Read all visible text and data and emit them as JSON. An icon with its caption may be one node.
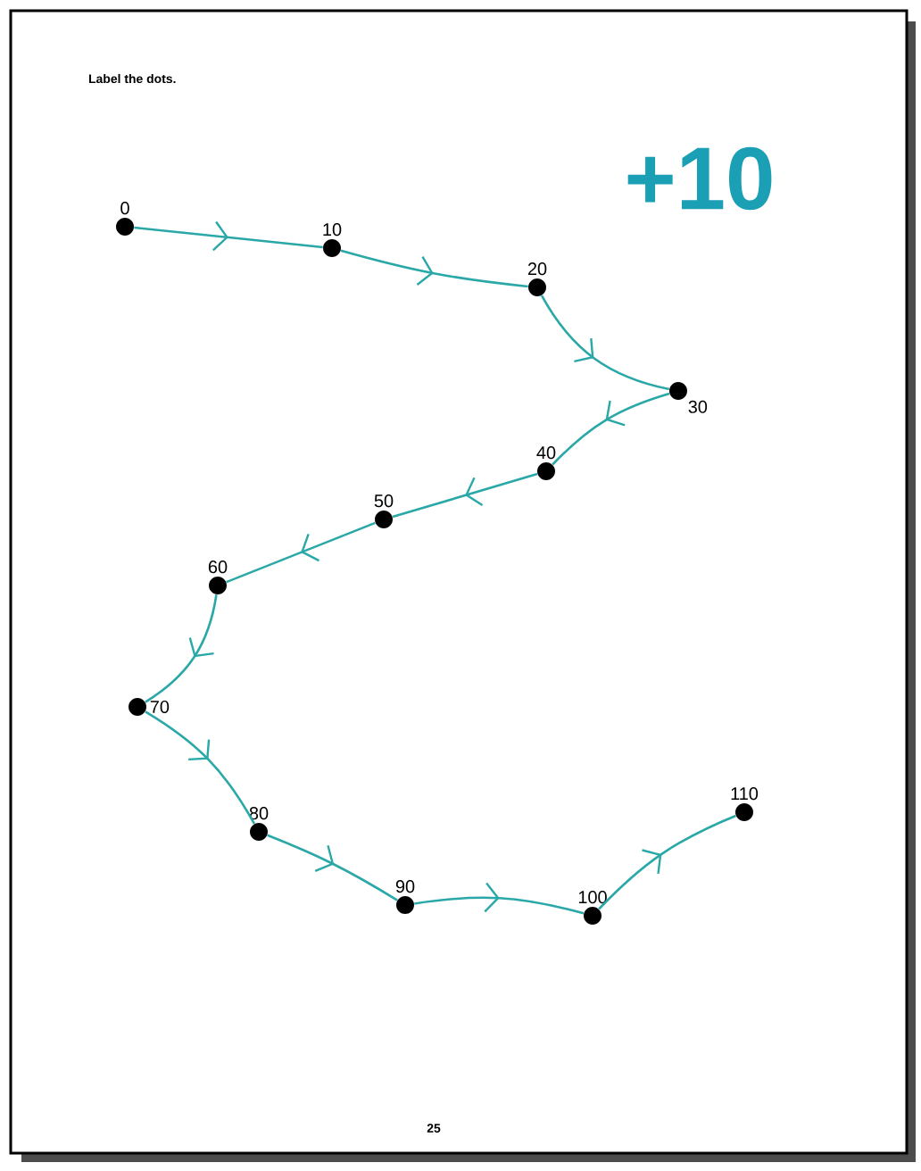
{
  "diagram": {
    "title": "Label the dots.",
    "nodes": [
      {
        "text": [
          "0"
        ]
      },
      {
        "text": [
          "10"
        ]
      },
      {
        "text": [
          "20"
        ]
      },
      {
        "text": [
          "30"
        ]
      },
      {
        "text": [
          "40"
        ]
      },
      {
        "text": [
          "50"
        ]
      },
      {
        "text": [
          "60"
        ]
      },
      {
        "text": [
          "70"
        ]
      },
      {
        "text": [
          "80"
        ]
      },
      {
        "text": [
          "90"
        ]
      },
      {
        "text": [
          "100"
        ]
      },
      {
        "text": [
          "110"
        ]
      }
    ],
    "edges": [
      {
        "from": 0,
        "to": 1,
        "arrow": "to"
      },
      {
        "from": 1,
        "to": 2,
        "arrow": "to"
      },
      {
        "from": 2,
        "to": 3,
        "arrow": "to"
      },
      {
        "from": 3,
        "to": 4,
        "arrow": "to"
      },
      {
        "from": 4,
        "to": 5,
        "arrow": "to"
      },
      {
        "from": 5,
        "to": 6,
        "arrow": "to"
      },
      {
        "from": 6,
        "to": 7,
        "arrow": "to"
      },
      {
        "from": 7,
        "to": 8,
        "arrow": "to"
      },
      {
        "from": 8,
        "to": 9,
        "arrow": "to"
      },
      {
        "from": 9,
        "to": 10,
        "arrow": "to"
      },
      {
        "from": 10,
        "to": 11,
        "arrow": "to"
      }
    ],
    "labels": [
      "+10",
      "25"
    ]
  }
}
